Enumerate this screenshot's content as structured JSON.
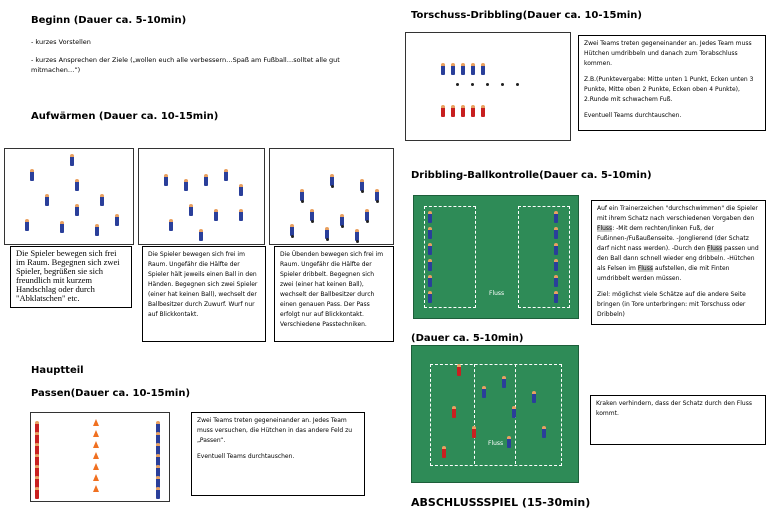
{
  "beginn": {
    "title": "Beginn (Dauer  ca. 5-10min)",
    "bullet1": "- kurzes Vorstellen",
    "bullet2": "- kurzes Ansprechen der Ziele („wollen euch alle verbessern…Spaß am Fußball…solltet alle gut mitmachen…”)"
  },
  "aufwaermen": {
    "title": "Aufwärmen (Dauer  ca. 10-15min)",
    "box1": "Die Spieler bewegen sich frei im Raum. Begegnen sich zwei Spieler, begrüßen sie sich freundlich mit kurzem Handschlag oder durch \"Abklatschen\" etc.",
    "box2": "Die Spieler bewegen sich frei im Raum. Ungefähr die Hälfte der Spieler hält jeweils einen Ball in den Händen. Begegnen sich zwei Spieler (einer hat keinen Ball), wechselt der Ballbesitzer durch Zuwurf. Wurf nur auf Blickkontakt.",
    "box3": "Die Übenden bewegen sich frei im Raum. Ungefähr die Hälfte der Spieler dribbelt. Begegnen sich zwei (einer hat keinen Ball), wechselt der Ballbesitzer durch einen genauen Pass. Der Pass erfolgt nur auf Blickkontakt. Verschiedene Passtechniken."
  },
  "hauptteil": {
    "title": "Hauptteil",
    "passen_title": "Passen(Dauer ca. 10-15min)",
    "passen_p1": "Zwei Teams treten gegeneinander an. Jedes Team muss versuchen, die Hütchen in das andere Feld zu „Passen“.",
    "passen_p2": "Eventuell Teams durchtauschen."
  },
  "torschuss": {
    "title": "Torschuss-Dribbling(Dauer  ca. 10-15min)",
    "p1": "Zwei Teams treten gegeneinander an. Jedes Team muss Hütchen umdribbeln und danach zum Torabschluss kommen.",
    "p2": "Z.B.(Punktevergabe: Mitte unten 1 Punkt, Ecken unten 3 Punkte,  Mitte oben 2 Punkte, Ecken oben 4 Punkte), 2.Runde mit schwachem Fuß.",
    "p3": "Eventuell Teams durchtauschen."
  },
  "dribbling": {
    "title": "Dribbling-Ballkontrolle(Dauer  ca. 5-10min)",
    "field_label": "Fluss",
    "p1a": "Auf ein Trainerzeichen \"durchschwimmen\" die Spieler mit ihrem Schatz nach verschiedenen Vorgaben den ",
    "fluss": "Fluss",
    "p1b": ": -Mit dem rechten/linken Fuß, der Fußinnen-/Fußaußenseite. -Jonglierend (der Schatz darf nicht nass werden). -Durch den ",
    "p1c": " passen und den Ball dann schnell wieder eng dribbeln. -Hütchen als Felsen im ",
    "p1d": " aufstellen, die mit Finten umdribbelt werden müssen.",
    "p2": "Ziel: möglichst viele Schätze auf die andere Seite bringen (in Tore unterbringen: mit Torschuss oder Dribbeln)"
  },
  "kraken": {
    "title": "(Dauer ca. 5-10min)",
    "field_label": "Fluss",
    "text": "Kraken verhindern, dass der Schatz durch den Fluss kommt."
  },
  "abschluss": {
    "title": "ABSCHLUSSSPIEL (15-30min)"
  }
}
